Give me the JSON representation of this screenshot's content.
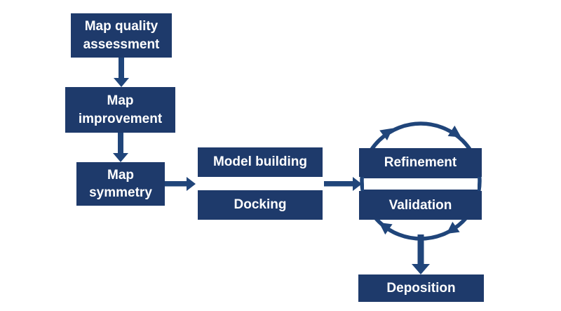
{
  "diagram": {
    "nodes": {
      "map_quality": {
        "label": "Map quality\nassessment"
      },
      "map_improvement": {
        "label": "Map\nimprovement"
      },
      "map_symmetry": {
        "label": "Map\nsymmetry"
      },
      "model_building": {
        "label": "Model building"
      },
      "docking": {
        "label": "Docking"
      },
      "refinement": {
        "label": "Refinement"
      },
      "validation": {
        "label": "Validation"
      },
      "deposition": {
        "label": "Deposition"
      }
    },
    "arrows": [
      {
        "from": "map_quality",
        "to": "map_improvement",
        "direction": "down"
      },
      {
        "from": "map_improvement",
        "to": "map_symmetry",
        "direction": "down"
      },
      {
        "from": "map_symmetry",
        "to": "model_building_docking",
        "direction": "right"
      },
      {
        "from": "model_building_docking",
        "to": "refinement_validation",
        "direction": "right"
      },
      {
        "from": "refinement_validation",
        "to": "deposition",
        "direction": "down"
      },
      {
        "type": "cycle",
        "between": [
          "refinement",
          "validation"
        ],
        "direction": "clockwise",
        "arrowheads": 4
      }
    ],
    "colors": {
      "node_fill": "#1E3A6B",
      "arrow": "#20457A",
      "text": "#FFFFFF",
      "background": "#FFFFFF"
    }
  }
}
